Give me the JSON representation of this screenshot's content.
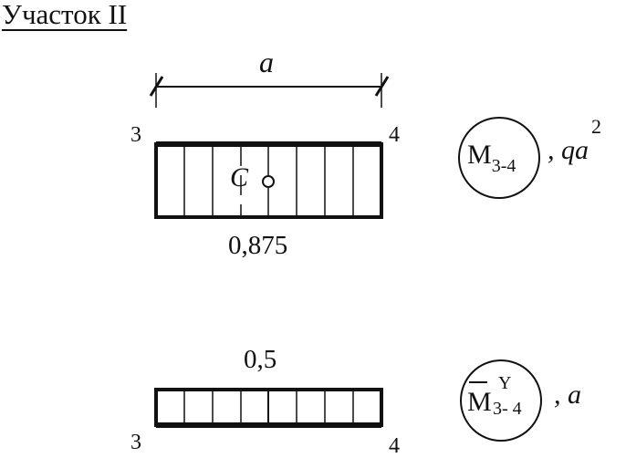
{
  "section_title": "Участок II",
  "length_label": "a",
  "diagram1": {
    "start_node": "3",
    "end_node": "4",
    "centroid_label": "C",
    "value": "0,875",
    "name_main": "M",
    "name_sub": "3-4",
    "units_prefix": ", qa",
    "units_power": "2"
  },
  "diagram2": {
    "start_node": "3",
    "end_node": "4",
    "value": "0,5",
    "name_main": "M",
    "name_sup": "Y",
    "name_sub": "3- 4",
    "units": ", a"
  },
  "colors": {
    "line": "#111111",
    "background": "#ffffff"
  }
}
